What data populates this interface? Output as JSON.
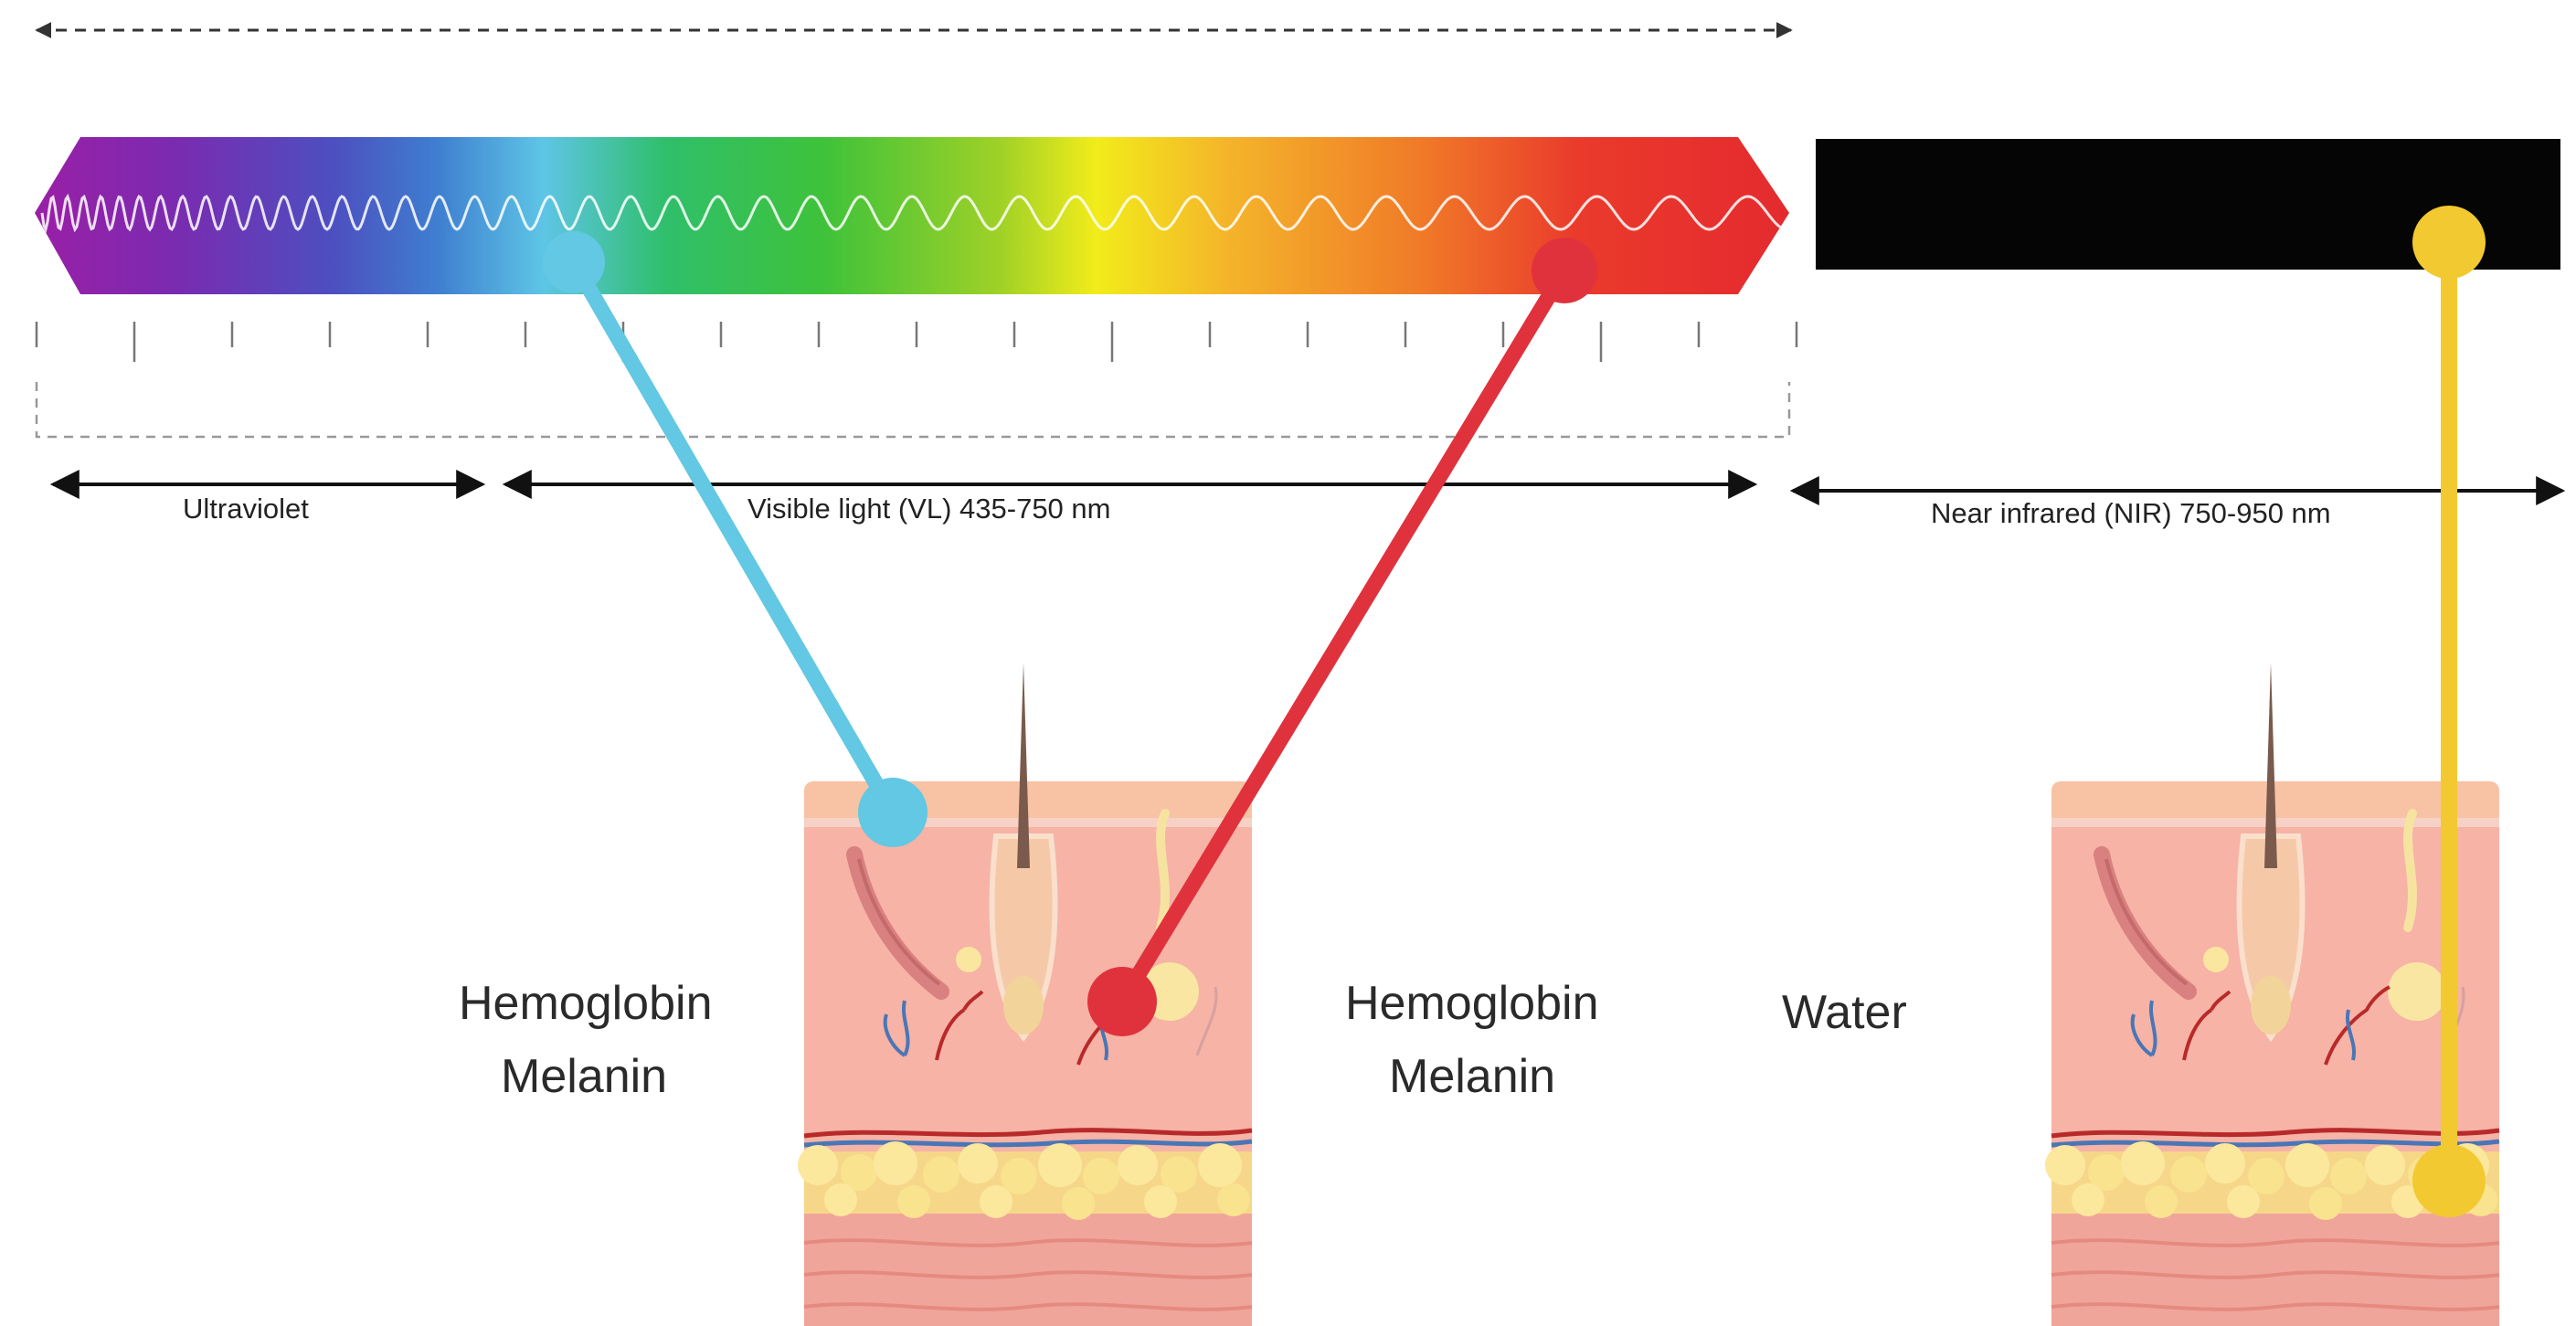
{
  "labels": {
    "ultraviolet": "Ultraviolet",
    "visible": "Visible light (VL) 435-750 nm",
    "nir": "Near infrared (NIR) 750-950 nm"
  },
  "absorbers": {
    "left": {
      "line1": "Hemoglobin",
      "line2": "Melanin"
    },
    "middle": {
      "line1": "Hemoglobin",
      "line2": "Melanin"
    },
    "right": {
      "line1": "Water"
    }
  },
  "colors": {
    "blue_light": "#62c8e3",
    "red_light": "#e0323d",
    "nir_light": "#f2c931",
    "nir_band": "#050505"
  },
  "icons": [
    "spectrum-wave-icon",
    "skin-cross-section-icon",
    "skin-cross-section-icon"
  ]
}
